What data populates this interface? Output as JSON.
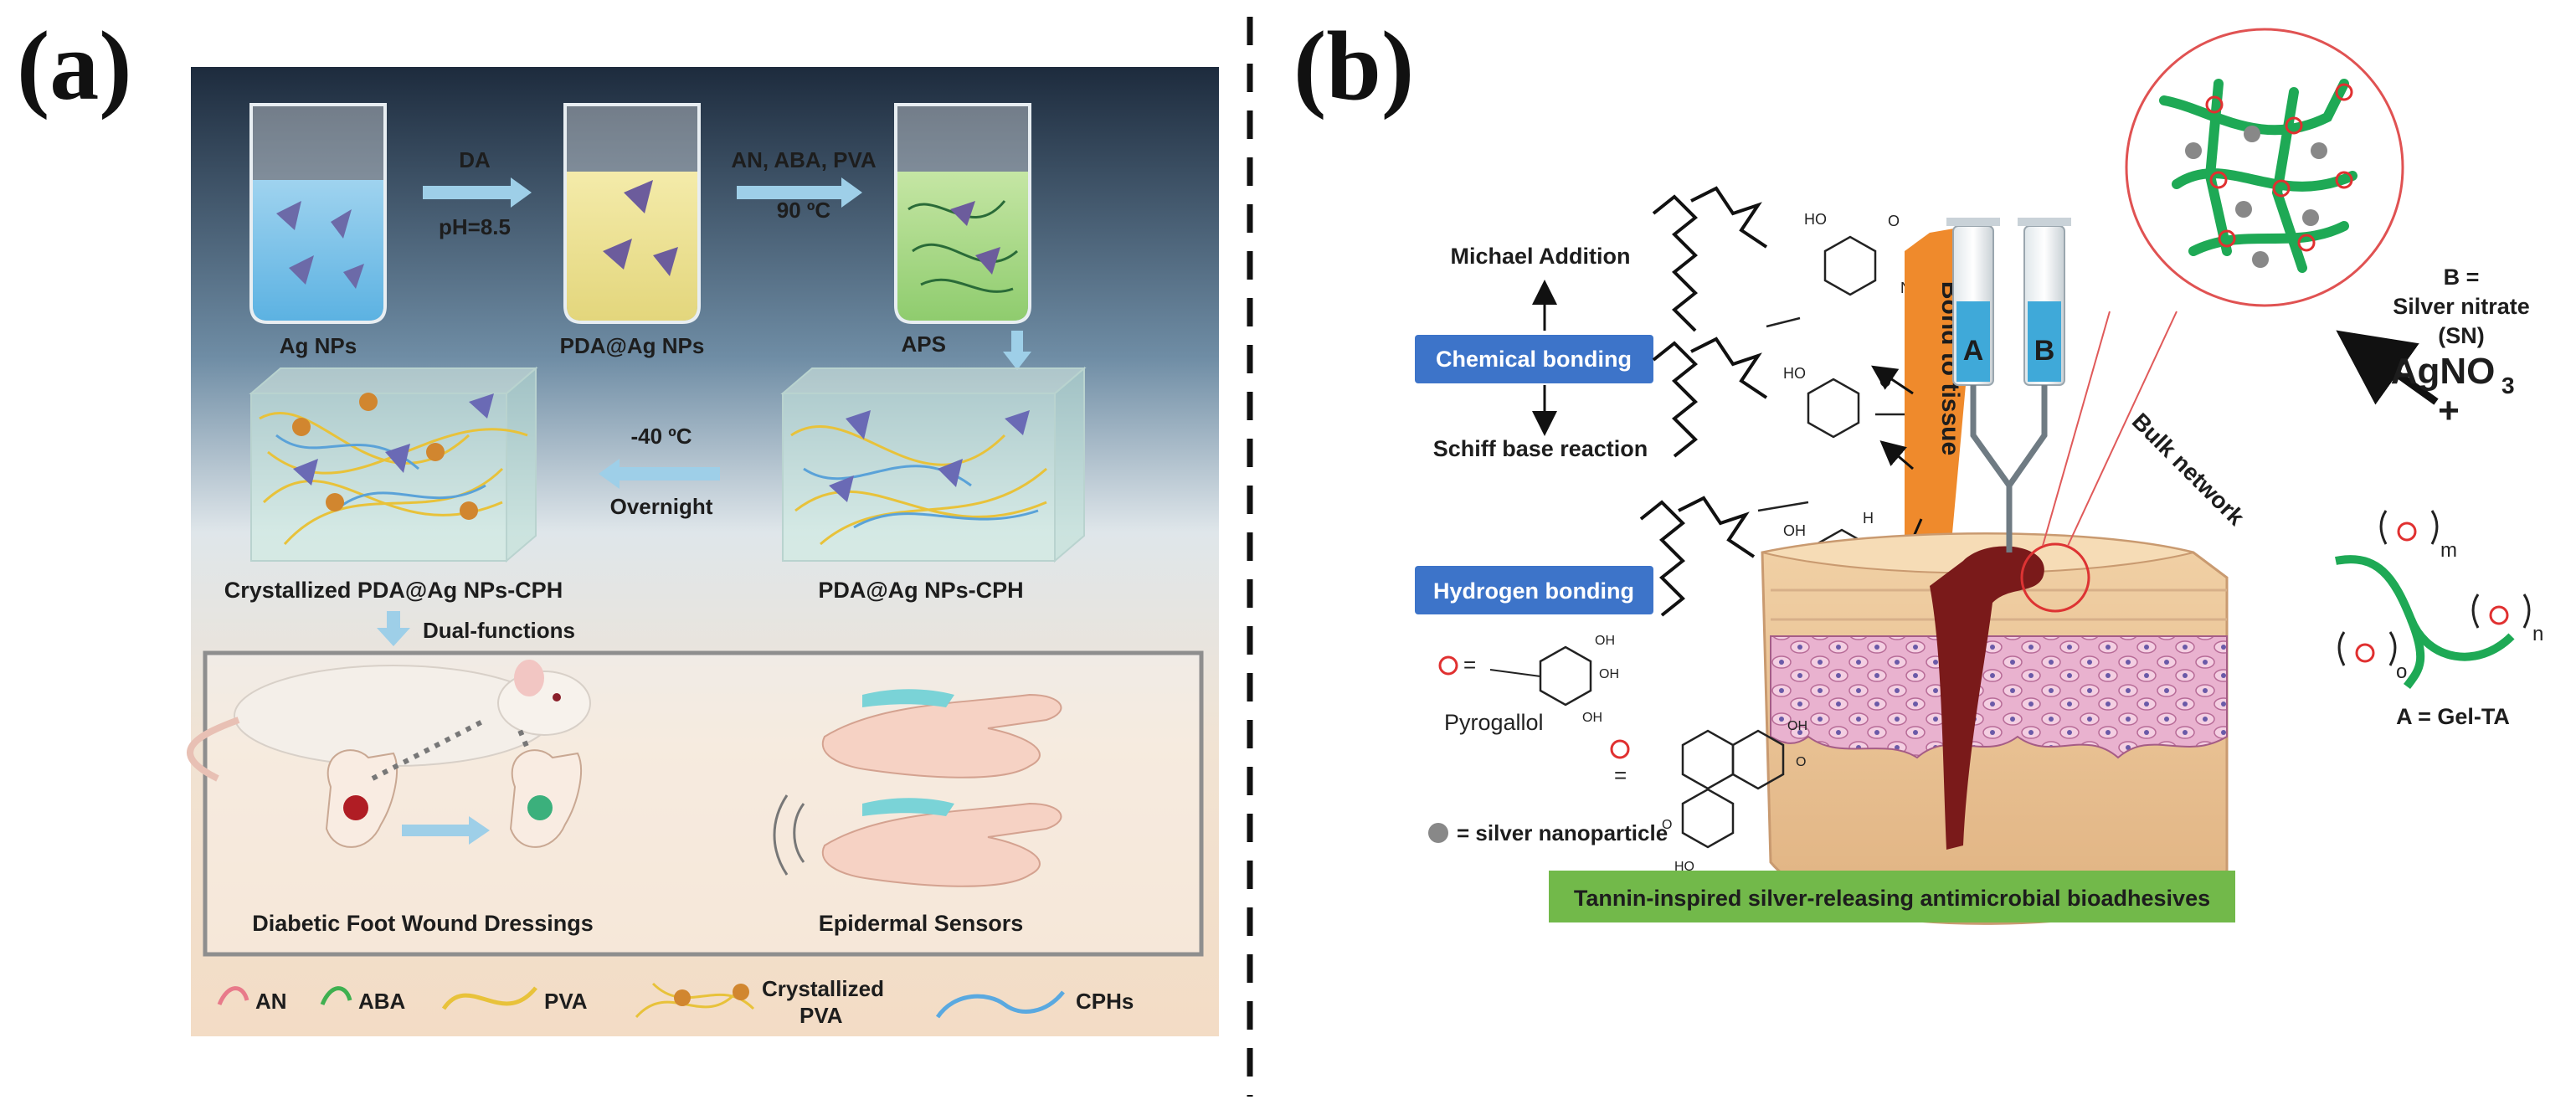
{
  "panel_a": {
    "letter": "(a)",
    "beaker_labels": [
      "Ag NPs",
      "PDA@Ag NPs"
    ],
    "step1": {
      "line1": "DA",
      "line2": "pH=8.5"
    },
    "step2": {
      "line1": "AN, ABA, PVA",
      "line2": "90 ºC"
    },
    "aps": "APS",
    "freeze": {
      "line1": "-40 ºC",
      "line2": "Overnight"
    },
    "box_left_label": "Crystallized PDA@Ag NPs-CPH",
    "box_right_label": "PDA@Ag NPs-CPH",
    "dual": "Dual-functions",
    "app_left": "Diabetic Foot Wound Dressings",
    "app_right": "Epidermal Sensors",
    "legend": {
      "an": "AN",
      "aba": "ABA",
      "pva": "PVA",
      "cryst1": "Crystallized",
      "cryst2": "PVA",
      "cphs": "CPHs"
    }
  },
  "panel_b": {
    "letter": "(b)",
    "michael": "Michael Addition",
    "chemical": "Chemical bonding",
    "schiff": "Schiff base reaction",
    "hydrogen": "Hydrogen bonding",
    "bond_tissue": "Bond to tissue",
    "bulk": "Bulk network",
    "syringe_a": "A",
    "syringe_b": "B",
    "b_eq": "B =",
    "silver_nitrate": "Silver nitrate",
    "sn": "(SN)",
    "agno3": "AgNO",
    "agno3_sub": "3",
    "plus": "+",
    "m": "m",
    "n": "n",
    "o": "o",
    "gel": "A = Gel-TA",
    "pyrogallol": "Pyrogallol",
    "eq": "=",
    "silver_np": "= silver nanoparticle",
    "banner": "Tannin-inspired silver-releasing antimicrobial bioadhesives"
  },
  "colors": {
    "blue_box": "#3d74c9",
    "orange": "#ef8a2c",
    "green_banner": "#72b94a",
    "green_chain": "#1ea955",
    "red_mark": "#e03030",
    "arrow_blue": "#9ecfe8"
  }
}
